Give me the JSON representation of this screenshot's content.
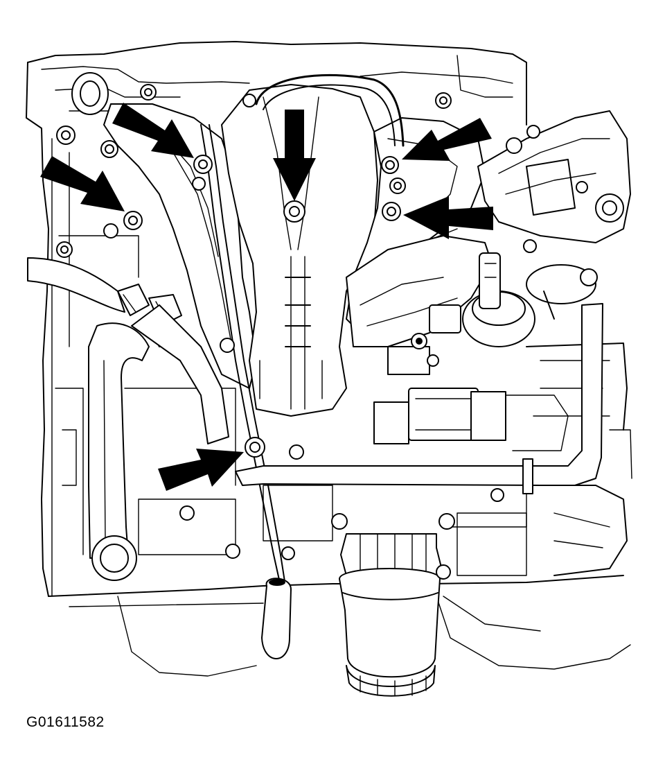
{
  "figure": {
    "id_label": "G01611582"
  },
  "colors": {
    "line": "#000000",
    "background": "#ffffff",
    "arrow": "#000000"
  },
  "callouts": [
    {
      "name": "upper-left-fastener-arrow",
      "direction": "down-right"
    },
    {
      "name": "left-fastener-arrow",
      "direction": "down-right"
    },
    {
      "name": "center-fastener-arrow",
      "direction": "down"
    },
    {
      "name": "upper-right-fastener-arrow",
      "direction": "down-left"
    },
    {
      "name": "right-fastener-arrow",
      "direction": "left"
    },
    {
      "name": "lower-fastener-arrow",
      "direction": "up-right"
    }
  ]
}
